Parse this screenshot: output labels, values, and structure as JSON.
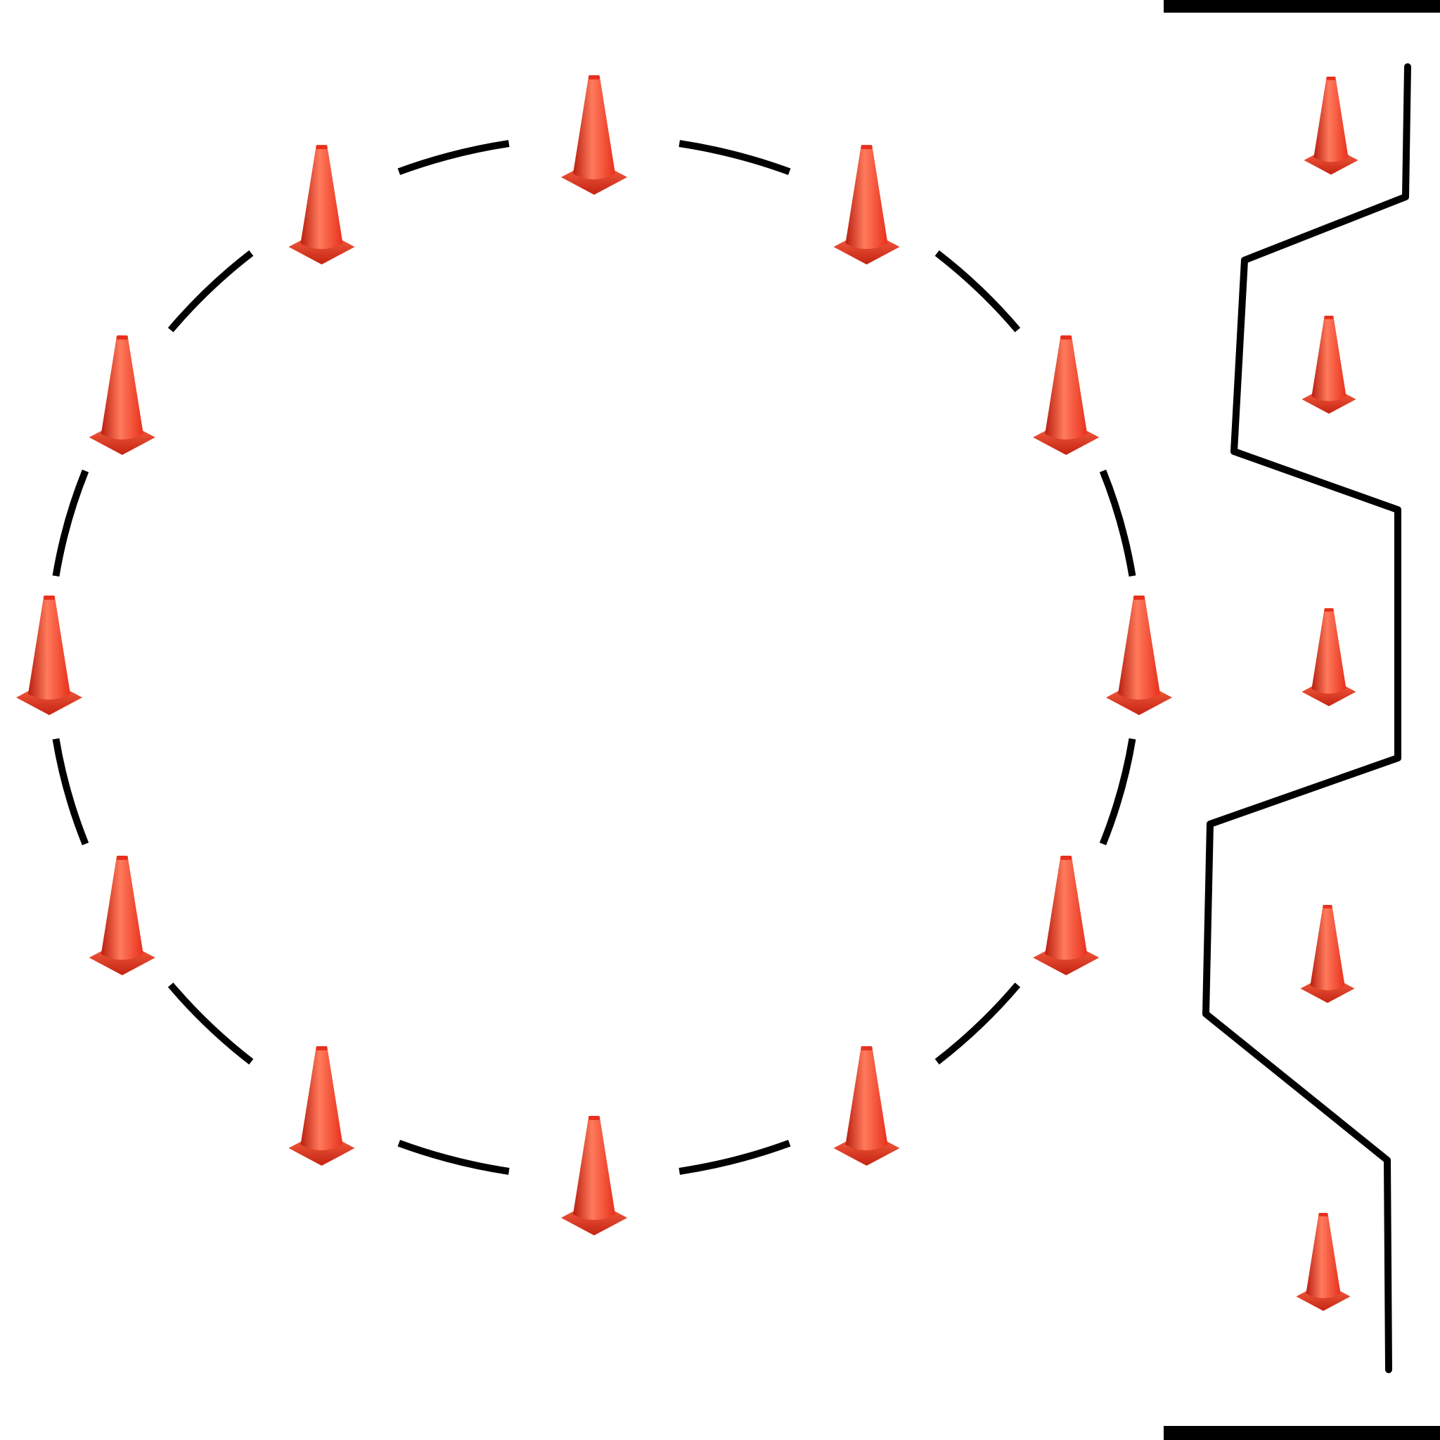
{
  "diagram": {
    "type": "cone-drill-layout",
    "cone_icon": "traffic-cone-icon",
    "cone_count_circle": 12,
    "cone_count_lane": 5,
    "colors": {
      "background": "#ffffff",
      "line": "#000000",
      "cone_body": "#e8301c",
      "cone_highlight": "#ff7a5c",
      "cone_shadow": "#b81e0e"
    }
  }
}
